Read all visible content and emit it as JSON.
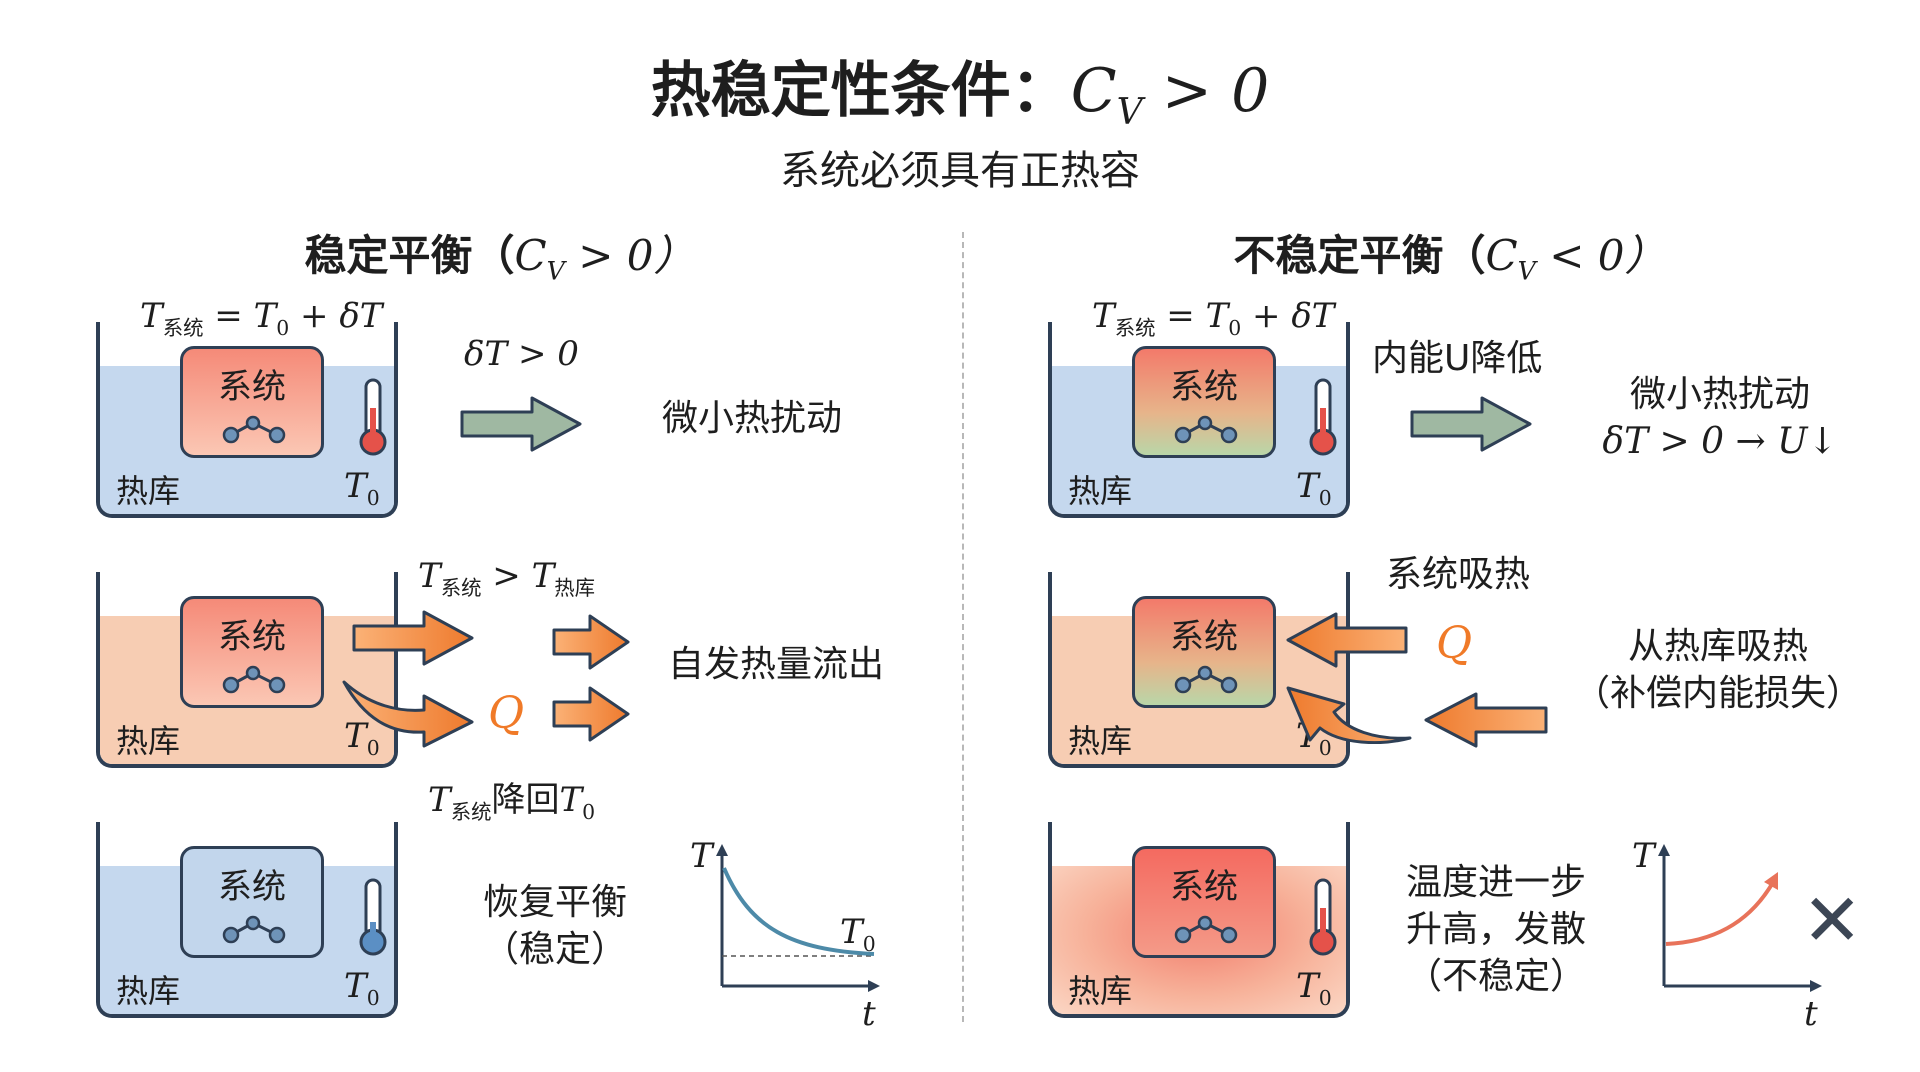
{
  "title": {
    "text": "热稳定性条件：",
    "c": "C",
    "sub": "V",
    "rel": " > 0"
  },
  "subtitle": "系统必须具有正热容",
  "left": {
    "heading": {
      "text": "稳定平衡（",
      "c": "C",
      "sub": "V",
      "rel": " > 0）"
    },
    "row1": {
      "eq_t": "T",
      "eq_sub": "系统",
      "eq_rest": " = T",
      "eq_sub0": "0",
      "eq_tail": " + δT",
      "cond": "δT > 0",
      "desc": "微小热扰动"
    },
    "row2": {
      "cond_t": "T",
      "cond_sub1": "系统",
      "cond_gt": " > T",
      "cond_sub2": "热库",
      "q": "Q",
      "desc": "自发热量流出",
      "below_t": "T",
      "below_sub": "系统",
      "below_txt": "降回",
      "below_t0": "T",
      "below_sub0": "0"
    },
    "row3": {
      "desc1": "恢复平衡",
      "desc2": "（稳定）",
      "axis_y": "T",
      "axis_x": "t",
      "curve_label": "T",
      "curve_sub": "0"
    }
  },
  "right": {
    "heading": {
      "text": "不稳定平衡（",
      "c": "C",
      "sub": "V",
      "rel": " < 0）"
    },
    "row1": {
      "eq_t": "T",
      "eq_sub": "系统",
      "eq_rest": " = T",
      "eq_sub0": "0",
      "eq_tail": " + δT",
      "note": "内能U降低",
      "desc1": "微小热扰动",
      "desc2": "δT > 0 → U↓"
    },
    "row2": {
      "note": "系统吸热",
      "q": "Q",
      "desc1": "从热库吸热",
      "desc2": "（补偿内能损失）"
    },
    "row3": {
      "desc1": "温度进一步",
      "desc2": "升高，发散",
      "desc3": "（不稳定）",
      "axis_y": "T",
      "axis_x": "t",
      "mark": "✕"
    }
  },
  "common": {
    "system": "系统",
    "reservoir": "热库",
    "t0": "T",
    "t0_sub": "0"
  },
  "colors": {
    "blue_water": "#c5d8ee",
    "orange_water": "#f7cdb3",
    "arrow_green": "#9fb8a2",
    "arrow_orange": "#f28a3a",
    "curve_blue": "#4d8aa8",
    "curve_red": "#e8735a"
  }
}
